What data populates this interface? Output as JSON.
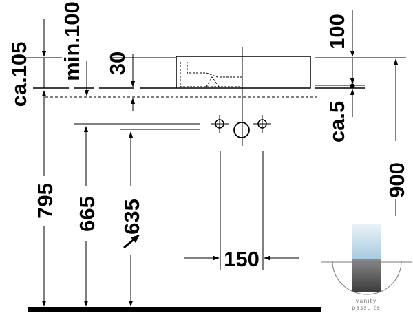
{
  "dimensions": {
    "d_ca105": "ca.105",
    "d_min100": "min.100",
    "d_30": "30",
    "d_100": "100",
    "d_ca5": "ca.5",
    "d_900": "900",
    "d_795": "795",
    "d_665": "665",
    "d_635": "635",
    "d_150": "150"
  },
  "brand": {
    "line1": "vanity",
    "line2": "passuite"
  },
  "colors": {
    "line": "#000000",
    "brand_grey": "#7a7a7a",
    "brand_water": "#b9d6e6"
  }
}
